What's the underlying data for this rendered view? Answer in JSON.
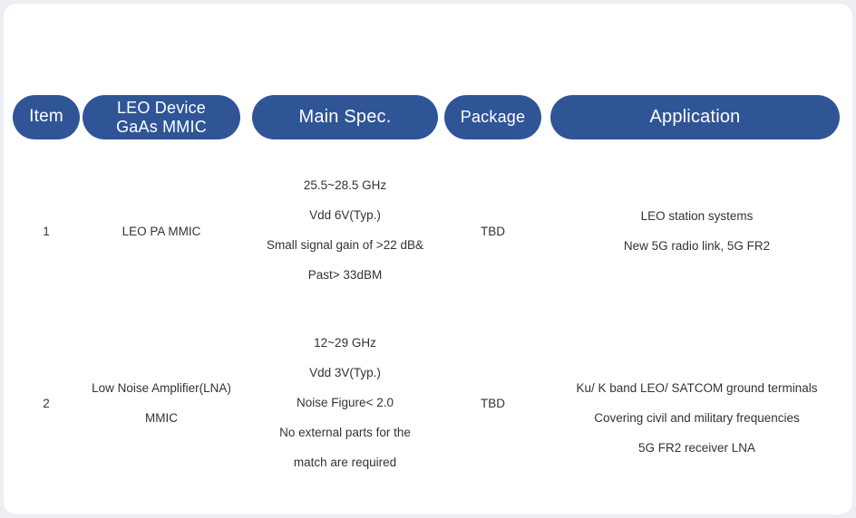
{
  "slide": {
    "background_color": "#ffffff",
    "outer_background_color": "#eceef3",
    "accent_color": "#2f5597",
    "text_color": "#333333"
  },
  "table": {
    "headers": [
      {
        "key": "item",
        "label": "Item"
      },
      {
        "key": "device",
        "label_line1": "LEO Device",
        "label_line2": "GaAs MMIC"
      },
      {
        "key": "spec",
        "label": "Main Spec."
      },
      {
        "key": "package",
        "label": "Package"
      },
      {
        "key": "app",
        "label": "Application"
      }
    ],
    "rows": [
      {
        "item": "1",
        "device": [
          "LEO PA MMIC"
        ],
        "spec": [
          "25.5~28.5 GHz",
          "Vdd 6V(Typ.)",
          "Small signal gain of >22 dB&",
          "Past> 33dBM"
        ],
        "package": "TBD",
        "application": [
          "LEO station systems",
          "New 5G radio link, 5G FR2"
        ]
      },
      {
        "item": "2",
        "device": [
          "Low Noise Amplifier(LNA)",
          "MMIC"
        ],
        "spec": [
          "12~29 GHz",
          "Vdd 3V(Typ.)",
          "Noise Figure< 2.0",
          "No external parts for the",
          "match are required"
        ],
        "package": "TBD",
        "application": [
          "Ku/ K band LEO/ SATCOM ground terminals",
          "Covering civil and military frequencies",
          "5G FR2 receiver LNA"
        ]
      }
    ]
  }
}
